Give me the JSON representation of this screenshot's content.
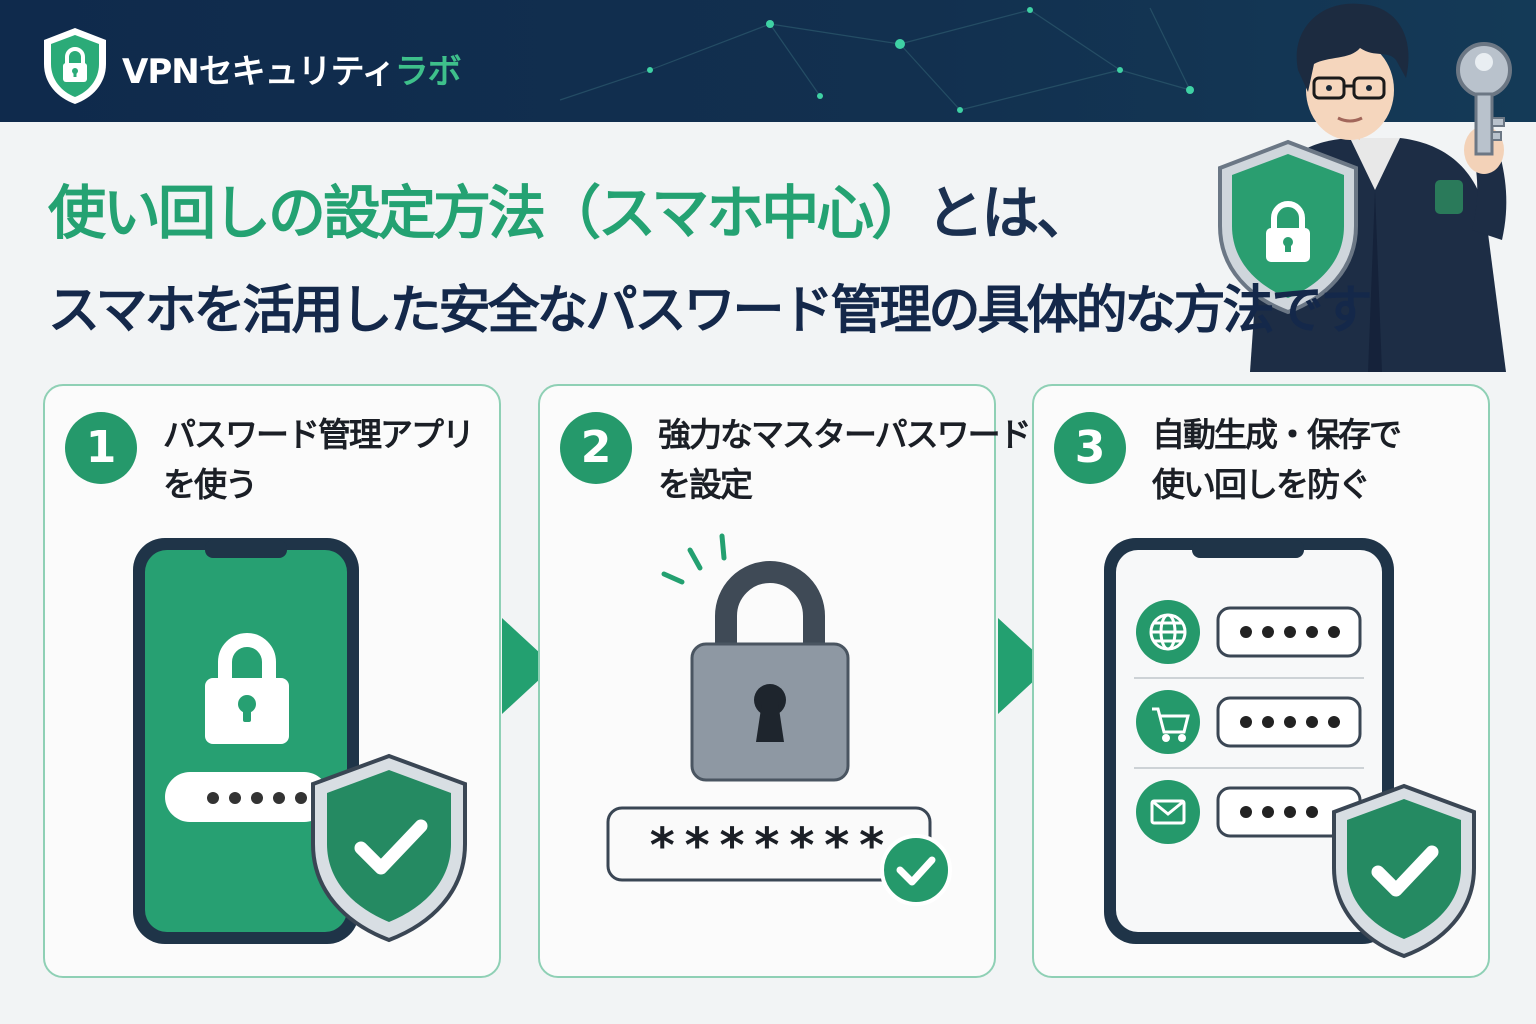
{
  "header": {
    "brand_main": "VPNセキュリティ",
    "brand_accent": "ラボ",
    "logo_icon": "shield-lock-icon"
  },
  "title": {
    "highlight": "使い回しの設定方法（スマホ中心）",
    "rest": "とは、",
    "subtitle": "スマホを活用した安全なパスワード管理の具体的な方法です"
  },
  "steps": [
    {
      "number": "1",
      "title_line1": "パスワード管理アプリ",
      "title_line2": "を使う",
      "icons": [
        "smartphone-icon",
        "lock-icon",
        "shield-check-icon"
      ],
      "masked_field": "●●●●●"
    },
    {
      "number": "2",
      "title_line1": "強力なマスターパスワード",
      "title_line2": "を設定",
      "icons": [
        "padlock-icon",
        "check-circle-icon"
      ],
      "masked_field": "*******"
    },
    {
      "number": "3",
      "title_line1": "自動生成・保存で",
      "title_line2": "使い回しを防ぐ",
      "icons": [
        "globe-icon",
        "cart-icon",
        "mail-icon",
        "shield-check-icon"
      ],
      "rows": [
        "●●●●●",
        "●●●●●",
        "●●●●"
      ]
    }
  ],
  "colors": {
    "navy": "#0f2a4c",
    "green": "#25996b",
    "title_green": "#24a272"
  }
}
